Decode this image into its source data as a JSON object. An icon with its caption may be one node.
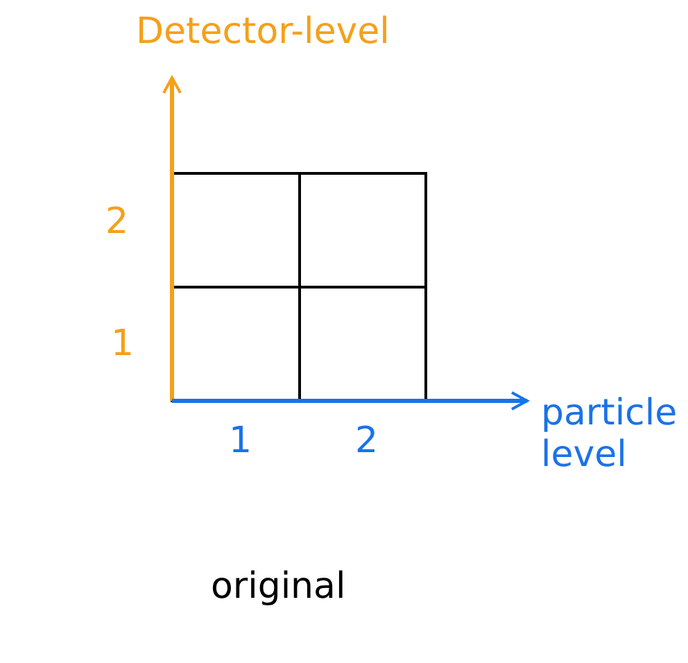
{
  "diagram": {
    "caption": "original",
    "labels": [
      "Detector-level",
      "2",
      "1",
      "1",
      "2",
      "particle level"
    ]
  }
}
